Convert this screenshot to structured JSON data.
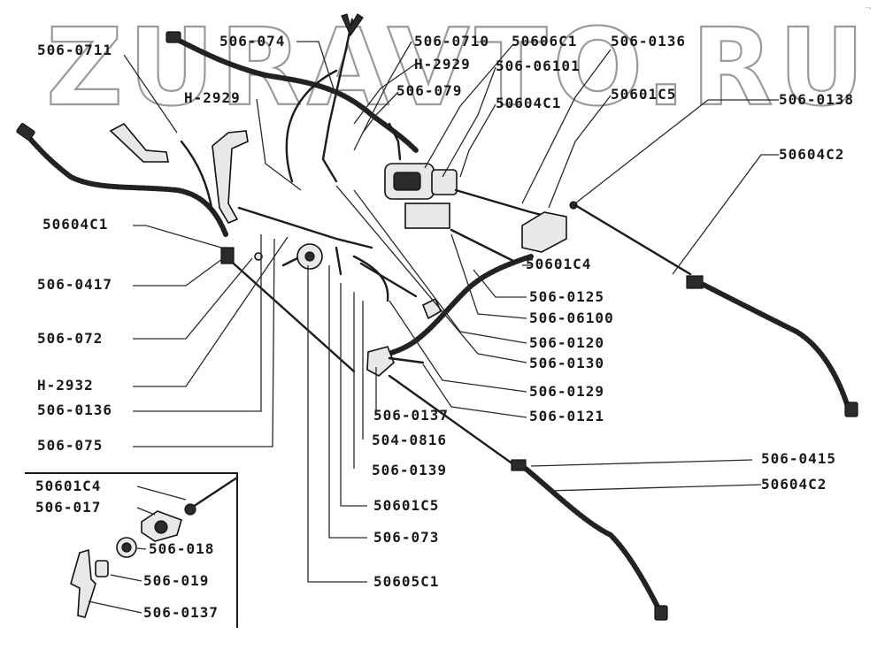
{
  "watermark": "ZURAVTO.RU",
  "corner_mark": "·-",
  "labels": {
    "l_506_0711": "506-0711",
    "l_506_074": "506-074",
    "l_506_0710": "506-0710",
    "l_50606c1": "50606С1",
    "l_506_0136_top": "506-0136",
    "l_h2929_top": "Н-2929",
    "l_506_06101": "506-06101",
    "l_h2929_left": "Н-2929",
    "l_506_079": "506-079",
    "l_50601c5_top": "50601С5",
    "l_50604c1_top": "50604С1",
    "l_506_0138": "506-0138",
    "l_50604c2_top": "50604С2",
    "l_50604c1_left": "50604С1",
    "l_50601c4_mid": "50601С4",
    "l_506_0417": "506-0417",
    "l_506_0125": "506-0125",
    "l_506_06100": "506-06100",
    "l_506_072": "506-072",
    "l_506_0120": "506-0120",
    "l_506_0130": "506-0130",
    "l_h2932": "Н-2932",
    "l_506_0129": "506-0129",
    "l_506_0136_left": "506-0136",
    "l_506_0137_mid": "506-0137",
    "l_506_0121": "506-0121",
    "l_506_075": "506-075",
    "l_504_0816": "504-0816",
    "l_506_0415": "506-0415",
    "l_506_0139": "506-0139",
    "l_50604c2_bot": "50604С2",
    "l_50601c4_inset": "50601С4",
    "l_506_017": "506-017",
    "l_50601c5_bot": "50601С5",
    "l_506_018": "506-018",
    "l_506_073": "506-073",
    "l_506_019": "506-019",
    "l_50605c1": "50605С1",
    "l_506_0137_inset": "506-0137"
  }
}
